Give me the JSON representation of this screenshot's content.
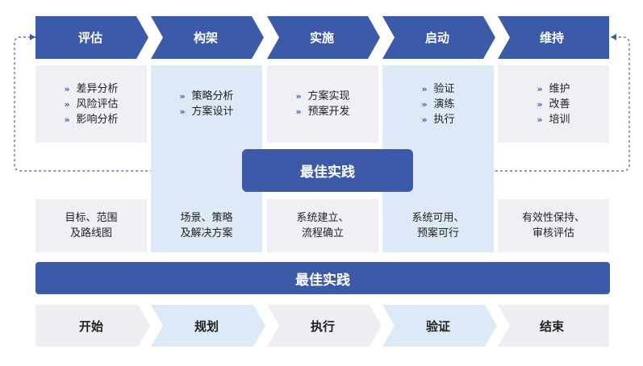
{
  "phases": [
    {
      "title": "评估",
      "items": [
        "差异分析",
        "风险评估",
        "影响分析"
      ],
      "outcome": "目标、范围\n及路线图"
    },
    {
      "title": "构架",
      "items": [
        "策略分析",
        "方案设计"
      ],
      "outcome": "场景、策略\n及解决方案"
    },
    {
      "title": "实施",
      "items": [
        "方案实现",
        "预案开发"
      ],
      "outcome": "系统建立、\n流程确立"
    },
    {
      "title": "启动",
      "items": [
        "验证",
        "演练",
        "执行"
      ],
      "outcome": "系统可用、\n预案可行"
    },
    {
      "title": "维持",
      "items": [
        "维护",
        "改善",
        "培训"
      ],
      "outcome": "有效性保持、\n审核评估"
    }
  ],
  "bullet_glyph": "»",
  "center_banner": "最佳实践",
  "bottom_banner": "最佳实践",
  "stages": [
    "开始",
    "规划",
    "执行",
    "验证",
    "结束"
  ],
  "colors": {
    "primary": "#3d5aa8",
    "panel_gray": "#eef0f4",
    "panel_blue": "#dde9f6",
    "stage_gray": "#eceef2",
    "stage_blue": "#dce9f6",
    "loop_line": "#3d5aa8"
  }
}
